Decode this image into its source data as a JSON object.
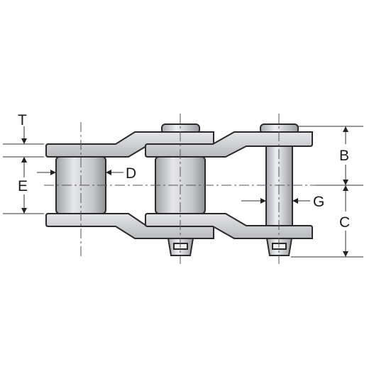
{
  "dimension_labels": {
    "T": "T",
    "E": "E",
    "D": "D",
    "B": "B",
    "C": "C",
    "G": "G"
  },
  "colors": {
    "plate": "#d2d3d6",
    "roller": "#c9cacd",
    "pin": "#dcdde0",
    "outline": "#2a2a2a"
  }
}
